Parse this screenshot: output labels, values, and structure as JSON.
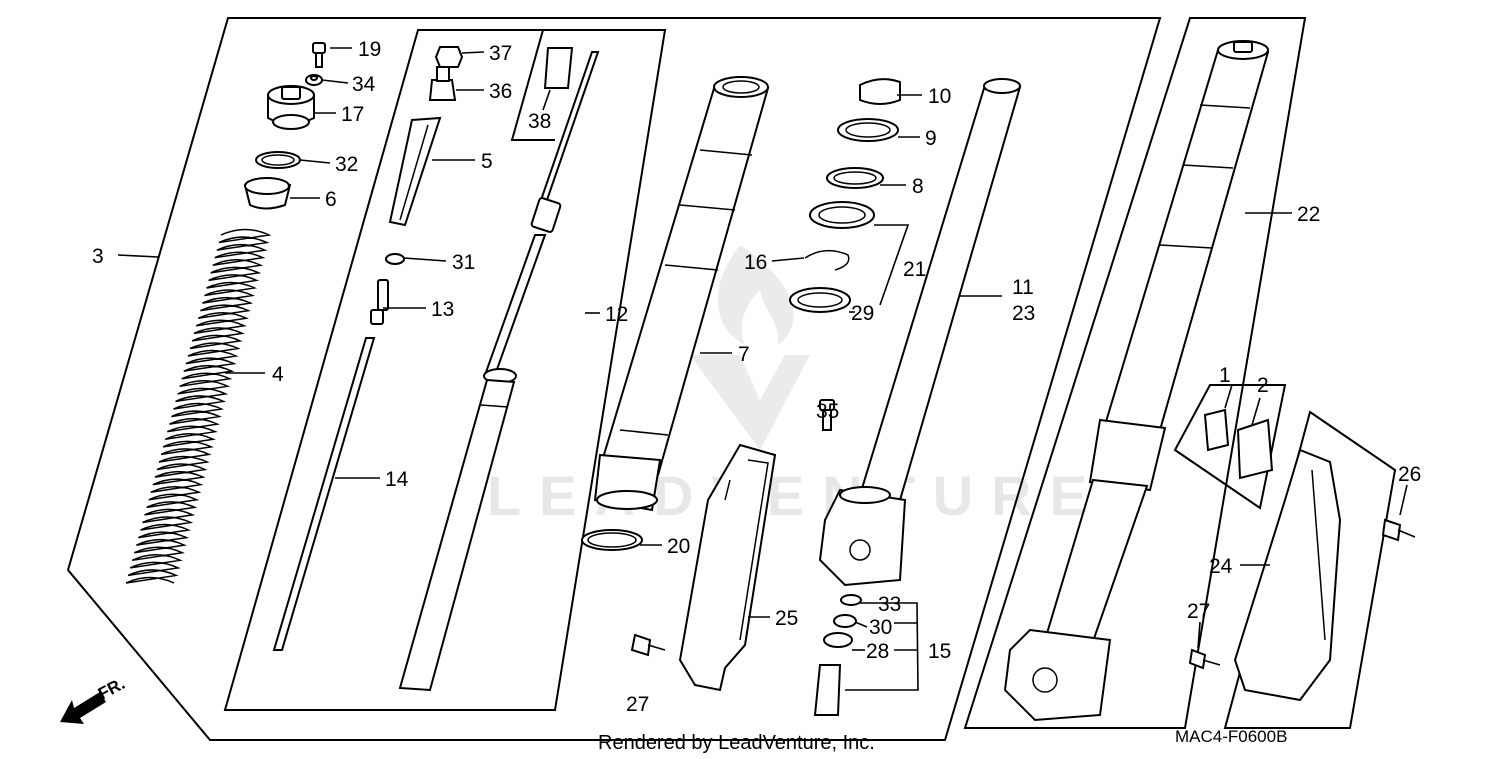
{
  "callouts": [
    {
      "id": "19",
      "label": "19"
    },
    {
      "id": "34",
      "label": "34"
    },
    {
      "id": "17",
      "label": "17"
    },
    {
      "id": "32",
      "label": "32"
    },
    {
      "id": "6",
      "label": "6"
    },
    {
      "id": "3",
      "label": "3"
    },
    {
      "id": "4",
      "label": "4"
    },
    {
      "id": "37",
      "label": "37"
    },
    {
      "id": "36",
      "label": "36"
    },
    {
      "id": "38",
      "label": "38"
    },
    {
      "id": "5",
      "label": "5"
    },
    {
      "id": "31",
      "label": "31"
    },
    {
      "id": "13",
      "label": "13"
    },
    {
      "id": "14",
      "label": "14"
    },
    {
      "id": "12",
      "label": "12"
    },
    {
      "id": "7",
      "label": "7"
    },
    {
      "id": "20",
      "label": "20"
    },
    {
      "id": "25",
      "label": "25"
    },
    {
      "id": "27a",
      "label": "27"
    },
    {
      "id": "10",
      "label": "10"
    },
    {
      "id": "9",
      "label": "9"
    },
    {
      "id": "8",
      "label": "8"
    },
    {
      "id": "16",
      "label": "16"
    },
    {
      "id": "21",
      "label": "21"
    },
    {
      "id": "29",
      "label": "29"
    },
    {
      "id": "11",
      "label": "11"
    },
    {
      "id": "23",
      "label": "23"
    },
    {
      "id": "35",
      "label": "35"
    },
    {
      "id": "33",
      "label": "33"
    },
    {
      "id": "30",
      "label": "30"
    },
    {
      "id": "28",
      "label": "28"
    },
    {
      "id": "15",
      "label": "15"
    },
    {
      "id": "22",
      "label": "22"
    },
    {
      "id": "1",
      "label": "1"
    },
    {
      "id": "2",
      "label": "2"
    },
    {
      "id": "26",
      "label": "26"
    },
    {
      "id": "24",
      "label": "24"
    },
    {
      "id": "27b",
      "label": "27"
    }
  ],
  "direction_label": "FR.",
  "footer_text": "Rendered by LeadVenture, Inc.",
  "diagram_code": "MAC4-F0600B",
  "watermark_text": "LEADVENTURE",
  "colors": {
    "ink": "#000000",
    "background": "#ffffff"
  }
}
